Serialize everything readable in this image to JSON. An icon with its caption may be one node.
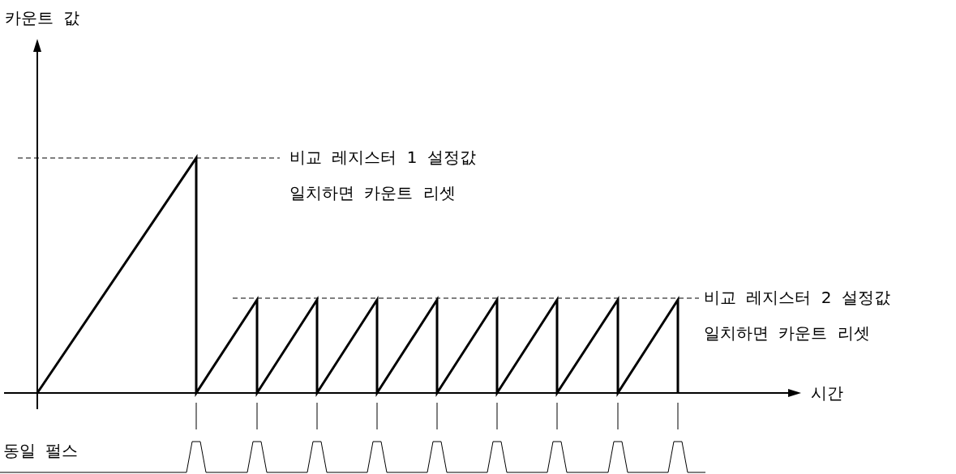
{
  "diagram": {
    "labels": [
      "카운트 값",
      "비교 레지스터 1 설정값 일치하면 카운트 리셋",
      "비교 레지스터 2 설정값 일치하면 카운트 리셋",
      "시간",
      "동일 펄스"
    ]
  }
}
